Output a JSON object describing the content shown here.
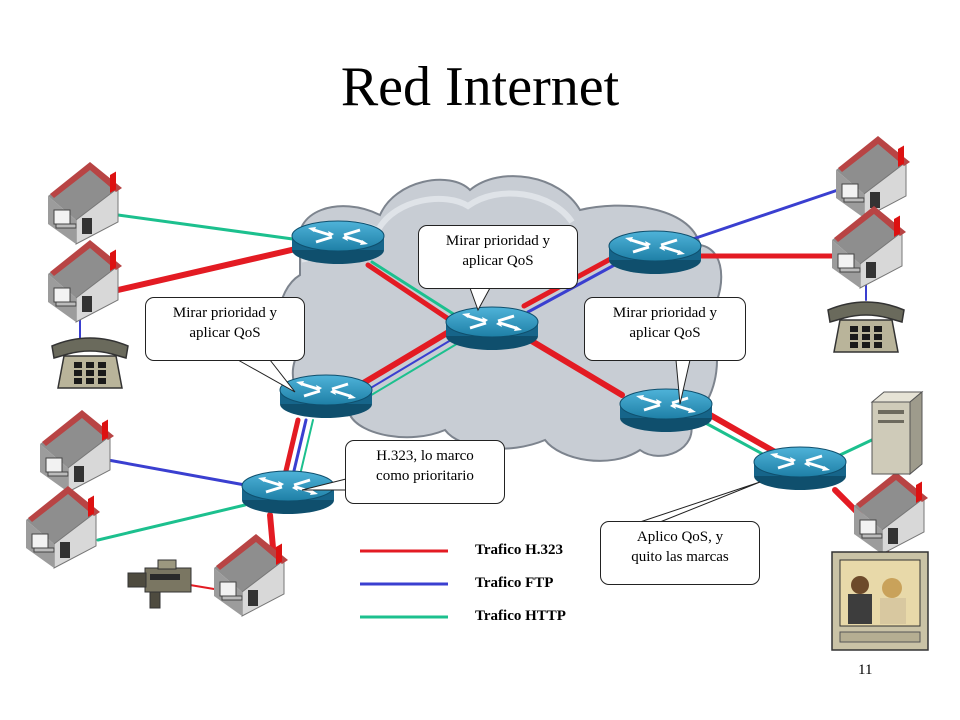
{
  "slide": {
    "title": "Red Internet",
    "page_number": "11"
  },
  "callouts": {
    "center": [
      "Mirar prioridad y",
      "aplicar QoS"
    ],
    "left": [
      "Mirar prioridad y",
      "aplicar QoS"
    ],
    "right": [
      "Mirar prioridad y",
      "aplicar QoS"
    ],
    "h323": [
      "H.323, lo marco",
      "como prioritario"
    ],
    "egress": [
      "Aplico QoS, y",
      "quito las marcas"
    ]
  },
  "legend": [
    {
      "label": "Trafico H.323",
      "color": "#e31b23"
    },
    {
      "label": "Trafico FTP",
      "color": "#3a3fd0"
    },
    {
      "label": "Trafico HTTP",
      "color": "#1cc08e"
    }
  ],
  "colors": {
    "h323": "#e31b23",
    "ftp": "#3a3fd0",
    "http": "#1cc08e",
    "cloud": "#c8cdd4",
    "router": "#1e7fa6"
  },
  "icons": {
    "router": "router-icon",
    "house": "house-icon",
    "phone": "telephone-icon",
    "server": "server-icon",
    "camera": "video-camera-icon",
    "tv": "video-monitor-icon"
  }
}
